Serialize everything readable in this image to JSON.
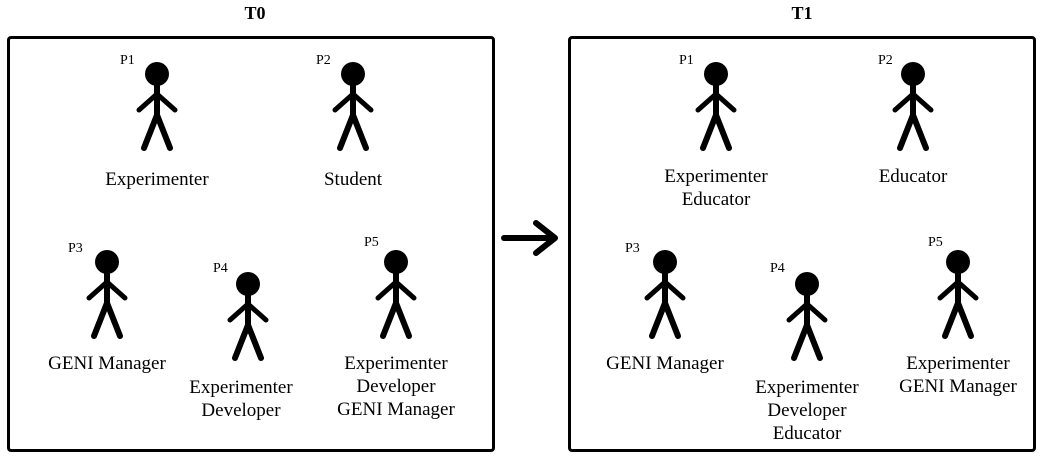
{
  "panels": [
    {
      "title": "T0",
      "people": [
        {
          "label": "P1",
          "roles": [
            "Experimenter"
          ]
        },
        {
          "label": "P2",
          "roles": [
            "Student"
          ]
        },
        {
          "label": "P3",
          "roles": [
            "GENI Manager"
          ]
        },
        {
          "label": "P4",
          "roles": [
            "Experimenter",
            "Developer"
          ]
        },
        {
          "label": "P5",
          "roles": [
            "Experimenter",
            "Developer",
            "GENI Manager"
          ]
        }
      ]
    },
    {
      "title": "T1",
      "people": [
        {
          "label": "P1",
          "roles": [
            "Experimenter",
            "Educator"
          ]
        },
        {
          "label": "P2",
          "roles": [
            "Educator"
          ]
        },
        {
          "label": "P3",
          "roles": [
            "GENI Manager"
          ]
        },
        {
          "label": "P4",
          "roles": [
            "Experimenter",
            "Developer",
            "Educator"
          ]
        },
        {
          "label": "P5",
          "roles": [
            "Experimenter",
            "GENI Manager"
          ]
        }
      ]
    }
  ]
}
